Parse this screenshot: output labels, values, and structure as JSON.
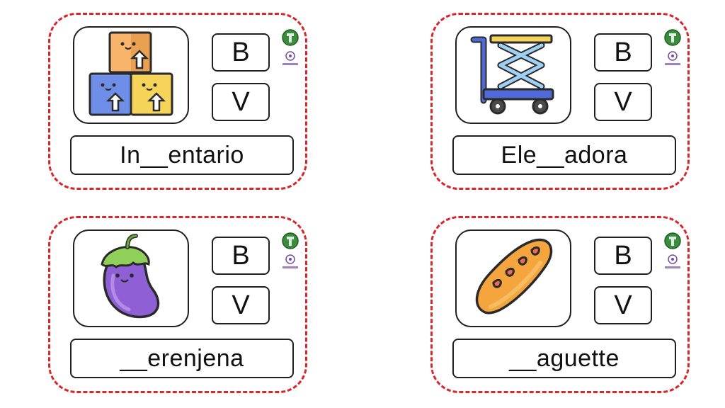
{
  "cards": [
    {
      "word": "In__entario",
      "option_b": "B",
      "option_v": "V",
      "icon": "boxes-icon"
    },
    {
      "word": "Ele__adora",
      "option_b": "B",
      "option_v": "V",
      "icon": "scissor-lift-icon"
    },
    {
      "word": "__erenjena",
      "option_b": "B",
      "option_v": "V",
      "icon": "eggplant-icon"
    },
    {
      "word": "__aguette",
      "option_b": "B",
      "option_v": "V",
      "icon": "baguette-icon"
    }
  ],
  "colors": {
    "card_border": "#d9262a",
    "logo_green": "#3a8c3f",
    "logo_purple": "#7a4aa0"
  }
}
